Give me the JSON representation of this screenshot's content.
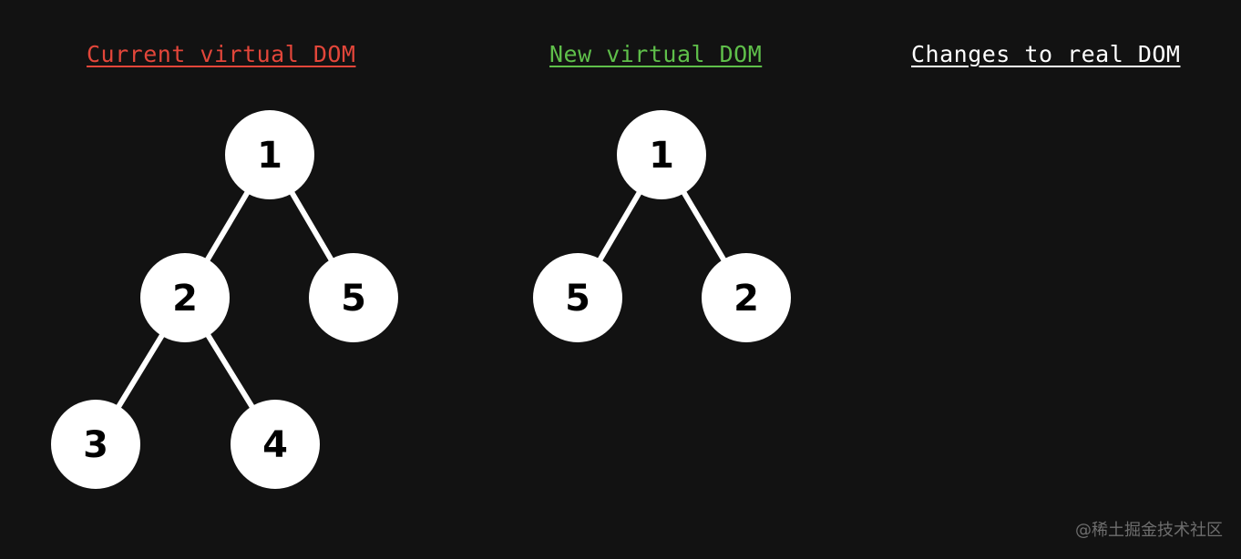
{
  "headings": {
    "current": "Current virtual DOM",
    "new": "New virtual DOM",
    "changes": "Changes to real DOM"
  },
  "colors": {
    "background": "#121212",
    "current": "#e2463a",
    "new": "#5fbf4a",
    "changes": "#ffffff",
    "node": "#ffffff",
    "edge": "#ffffff",
    "node_text": "#000000"
  },
  "trees": {
    "current": {
      "nodes": [
        {
          "id": "c1",
          "label": "1"
        },
        {
          "id": "c2",
          "label": "2"
        },
        {
          "id": "c5",
          "label": "5"
        },
        {
          "id": "c3",
          "label": "3"
        },
        {
          "id": "c4",
          "label": "4"
        }
      ],
      "edges": [
        [
          "c1",
          "c2"
        ],
        [
          "c1",
          "c5"
        ],
        [
          "c2",
          "c3"
        ],
        [
          "c2",
          "c4"
        ]
      ]
    },
    "new": {
      "nodes": [
        {
          "id": "n1",
          "label": "1"
        },
        {
          "id": "n5",
          "label": "5"
        },
        {
          "id": "n2",
          "label": "2"
        }
      ],
      "edges": [
        [
          "n1",
          "n5"
        ],
        [
          "n1",
          "n2"
        ]
      ]
    }
  },
  "watermark": "@稀土掘金技术社区"
}
